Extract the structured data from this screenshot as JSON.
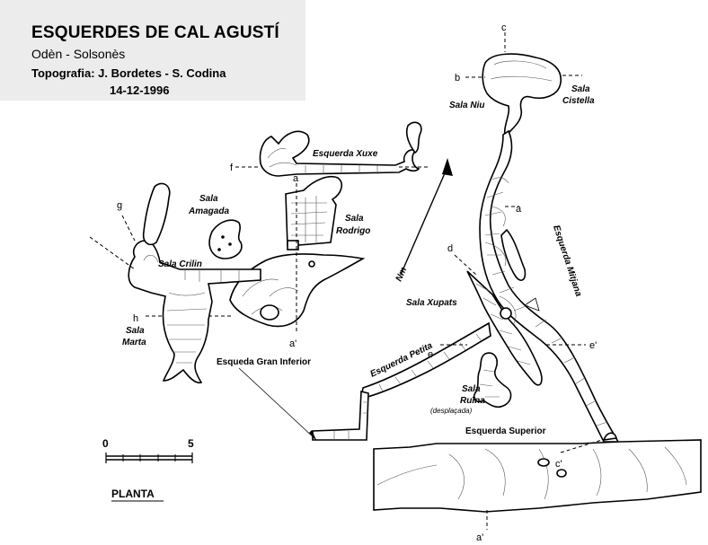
{
  "header": {
    "title": "ESQUERDES DE CAL AGUSTÍ",
    "subtitle": "Odèn - Solsonès",
    "credits": "Topografia: J. Bordetes - S. Codina",
    "date": "14-12-1996"
  },
  "labels": {
    "sala_niu": "Sala Niu",
    "sala_cistella_1": "Sala",
    "sala_cistella_2": "Cistella",
    "esquerda_xuxe": "Esquerda Xuxe",
    "sala_amagada_1": "Sala",
    "sala_amagada_2": "Amagada",
    "sala_rodrigo_1": "Sala",
    "sala_rodrigo_2": "Rodrigo",
    "sala_crilin": "Sala Crilin",
    "sala_marta_1": "Sala",
    "sala_marta_2": "Marta",
    "esqueda_gran_inferior": "Esqueda Gran Inferior",
    "sala_xupats": "Sala Xupats",
    "esquerda_petita": "Esquerda Petita",
    "esquerda_mitjana": "Esquerda Mitjana",
    "sala_ruina_1": "Sala",
    "sala_ruina_2": "Ruïna",
    "sala_ruina_note": "(desplaçada)",
    "esquerda_superior": "Esquerda Superior",
    "north": "Nm",
    "plan": "PLANTA"
  },
  "sections": {
    "a1": "a",
    "a2": "a",
    "a_prime1": "a'",
    "a_prime2": "a'",
    "b": "b",
    "c": "c",
    "c_prime": "c'",
    "d": "d",
    "e": "e",
    "e_prime": "e'",
    "f": "f",
    "g": "g",
    "h": "h"
  },
  "scale": {
    "start": "0",
    "end": "5"
  }
}
